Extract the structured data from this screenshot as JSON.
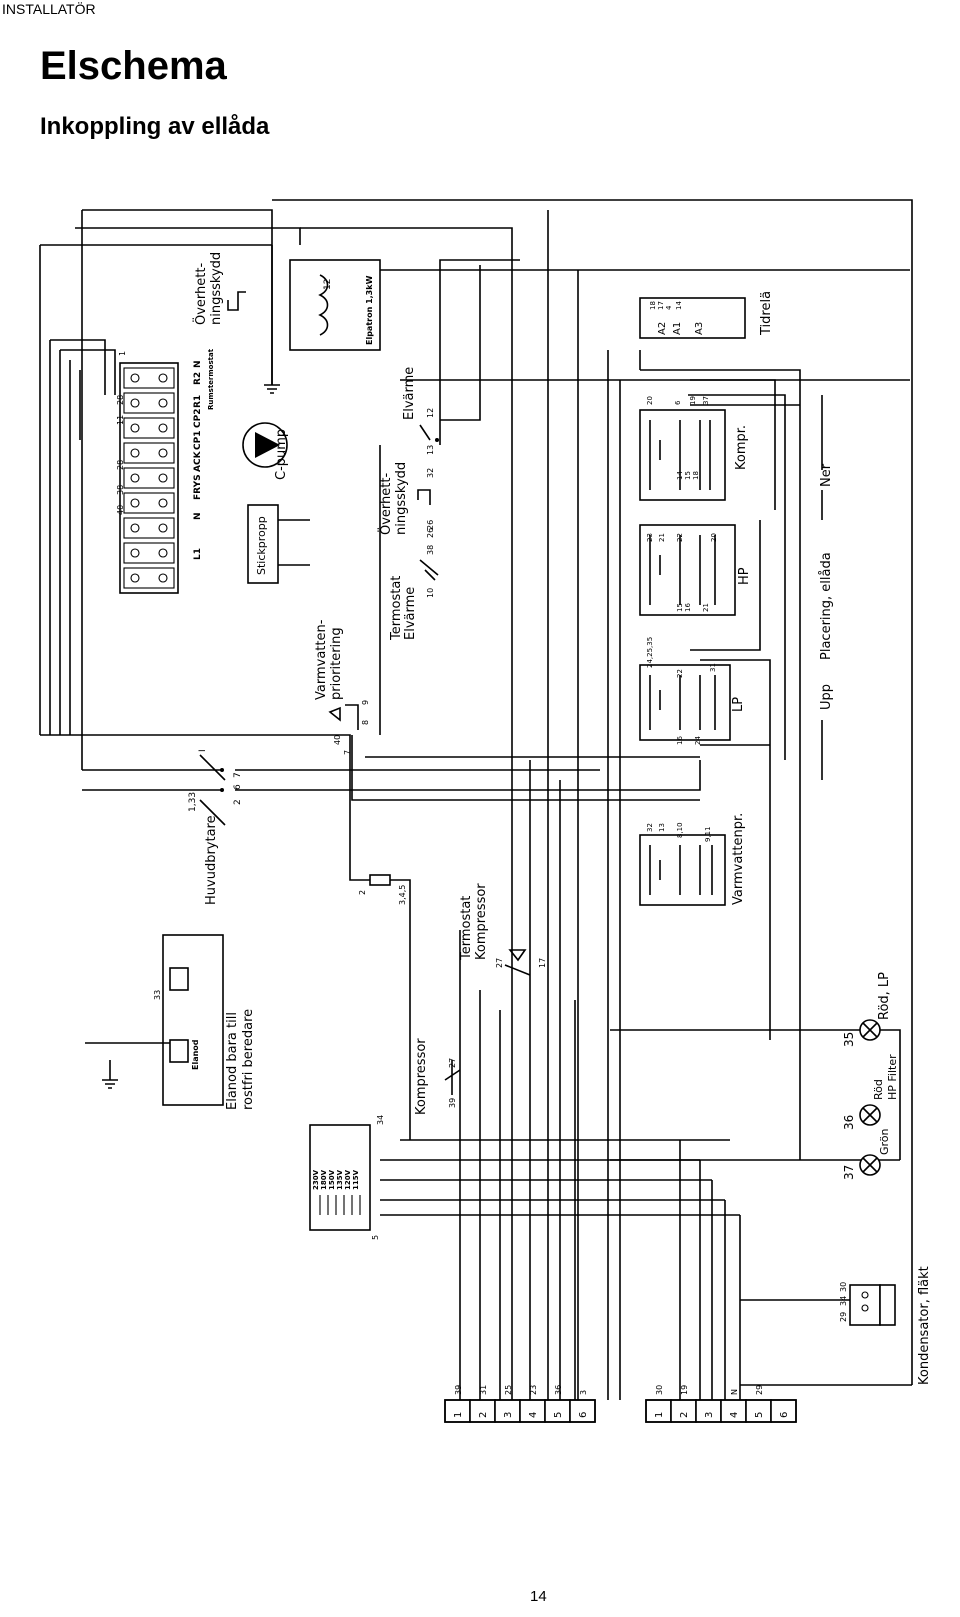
{
  "header": {
    "section": "INSTALLATÖR"
  },
  "page": {
    "title": "Elschema",
    "subtitle": "Inkoppling av ellåda",
    "number": "14"
  },
  "terminal_block": {
    "top_labels": [
      "L1",
      "N",
      "FRYS",
      "ACK",
      "CP1",
      "CP2",
      "R1",
      "R2",
      "N"
    ],
    "wire_numbers": [
      "1",
      "40",
      "38",
      "28",
      "11",
      "28"
    ],
    "rumstermostat": "Rumstermostat"
  },
  "components": {
    "overhettningsskydd_top": [
      "Överhett-",
      "ningsskydd"
    ],
    "elpatron": "Elpatron 1,3kW",
    "elpatron_terminals": [
      "12",
      "1"
    ],
    "cpump": "C-pump",
    "stickpropp": "Stickpropp",
    "tidrela": "Tidrelä",
    "tidrela_pins": [
      "A2",
      "A1",
      "A3"
    ],
    "tidrela_numbers": [
      "18",
      "17",
      "4",
      "14"
    ],
    "elvarme": "Elvärme",
    "elvarme_numbers": [
      "13",
      "12"
    ],
    "overhettningsskydd_mid": [
      "Överhett-",
      "ningsskydd"
    ],
    "overhett_numbers": [
      "38",
      "26",
      "32",
      "26"
    ],
    "termostat_elvarme": [
      "Termostat",
      "Elvärme"
    ],
    "termostat_elvarme_number": "10",
    "varmvattenprio": [
      "Varmvatten-",
      "prioritering"
    ],
    "varmvattenprio_numbers": [
      "40",
      "7",
      "8",
      "9"
    ],
    "huvudbrytare": "Huvudbrytare",
    "huvudbrytare_numbers": [
      "1,33",
      "2",
      "6",
      "7",
      "I"
    ],
    "resistor_numbers": [
      "2",
      "3,4,5"
    ],
    "termostat_kompressor": [
      "Termostat",
      "Kompressor"
    ],
    "termostat_kompressor_numbers": [
      "27",
      "17"
    ],
    "elanod": "Elanod",
    "elanod_number": "33",
    "elanod_note": [
      "Elanod bara till",
      "rostfri beredare"
    ],
    "kompressor": "Kompressor",
    "kompressor_numbers": [
      "39",
      "27"
    ],
    "voltage_taps": [
      "230V",
      "180V",
      "150V",
      "135V",
      "120V",
      "115V"
    ],
    "voltage_numbers": [
      "34",
      "5"
    ]
  },
  "relays": {
    "kompr": {
      "label": "Kompr.",
      "numbers": [
        "20",
        "6",
        "19",
        "37",
        "14",
        "15",
        "18"
      ]
    },
    "hp": {
      "label": "HP",
      "numbers": [
        "23",
        "21",
        "22",
        "20",
        "15",
        "16",
        "21"
      ]
    },
    "lp": {
      "label": "LP",
      "numbers": [
        "24,25,35",
        "22",
        "31",
        "16",
        "24"
      ]
    },
    "varmvattenpr": {
      "label": "Varmvattenpr.",
      "numbers": [
        "32",
        "13",
        "8,10",
        "9,11"
      ]
    }
  },
  "placement": {
    "label": "Placering, ellåda",
    "upp": "Upp",
    "ner": "Ner"
  },
  "lamps": [
    {
      "number": "35",
      "label": "Röd, LP"
    },
    {
      "number": "36",
      "label": [
        "Röd",
        "HP Filter"
      ]
    },
    {
      "number": "37",
      "label": "Grön"
    }
  ],
  "kondensator": {
    "label": "Kondensator, fläkt",
    "numbers": [
      "29",
      "34",
      "30"
    ]
  },
  "bottom_left_terminals": {
    "wires": [
      "39",
      "31",
      "25",
      "23",
      "36",
      "3"
    ],
    "positions": [
      "1",
      "2",
      "3",
      "4",
      "5",
      "6"
    ]
  },
  "bottom_right_terminals": {
    "wires": [
      "30",
      "19",
      "",
      "N",
      "29"
    ],
    "positions": [
      "1",
      "2",
      "3",
      "4",
      "5",
      "6"
    ]
  }
}
